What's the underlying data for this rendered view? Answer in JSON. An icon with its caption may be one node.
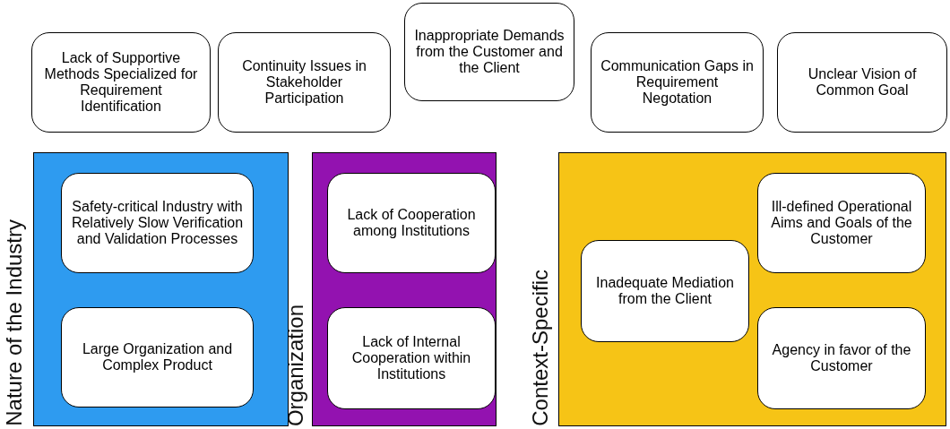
{
  "diagram": {
    "nodes": [
      {
        "text": [
          "Lack of Supportive Methods Specialized for Requirement Identification"
        ]
      },
      {
        "text": [
          "Continuity Issues in Stakeholder Participation"
        ]
      },
      {
        "text": [
          "Inappropriate Demands from the Customer and the Client"
        ]
      },
      {
        "text": [
          "Communication Gaps in Requirement Negotation"
        ]
      },
      {
        "text": [
          "Unclear Vision of Common Goal"
        ]
      },
      {
        "text": [
          "Nature of the Industry"
        ]
      },
      {
        "text": [
          "Safety-critical Industry with Relatively Slow Verification and Validation Processes"
        ],
        "in": 5
      },
      {
        "text": [
          "Large Organization and Complex Product"
        ],
        "in": 5
      },
      {
        "text": [
          "Organization"
        ]
      },
      {
        "text": [
          "Lack of Cooperation among Institutions"
        ],
        "in": 8
      },
      {
        "text": [
          "Lack of Internal Cooperation within Institutions"
        ],
        "in": 8
      },
      {
        "text": [
          "Context-Specific"
        ]
      },
      {
        "text": [
          "Inadequate Mediation from the Client"
        ],
        "in": 11
      },
      {
        "text": [
          "Ill-defined Operational Aims and Goals of the Customer"
        ],
        "in": 11
      },
      {
        "text": [
          "Agency in favor of the Customer"
        ],
        "in": 11
      }
    ]
  }
}
